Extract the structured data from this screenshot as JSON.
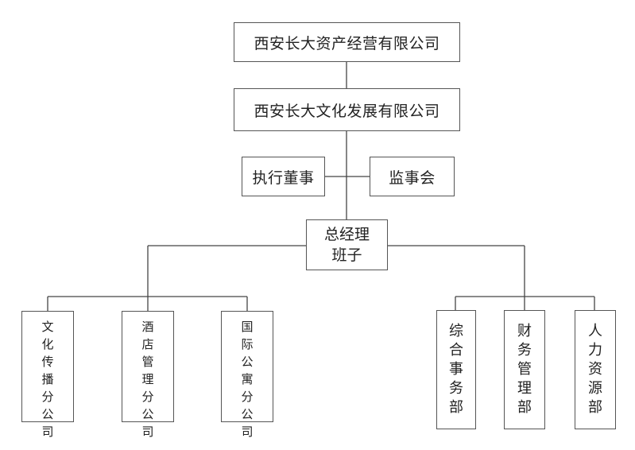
{
  "top": {
    "parent_company": "西安长大资产经营有限公司",
    "company": "西安长大文化发展有限公司"
  },
  "governance": {
    "executive_director": "执行董事",
    "supervisory_board": "监事会"
  },
  "management": {
    "line1": "总经理",
    "line2": "班子"
  },
  "subsidiaries": [
    {
      "label": "文化传播分公司"
    },
    {
      "label": "酒店管理分公司"
    },
    {
      "label": "国际公寓分公司"
    }
  ],
  "departments": [
    {
      "label": "综合事务部"
    },
    {
      "label": "财务管理部"
    },
    {
      "label": "人力资源部"
    }
  ]
}
